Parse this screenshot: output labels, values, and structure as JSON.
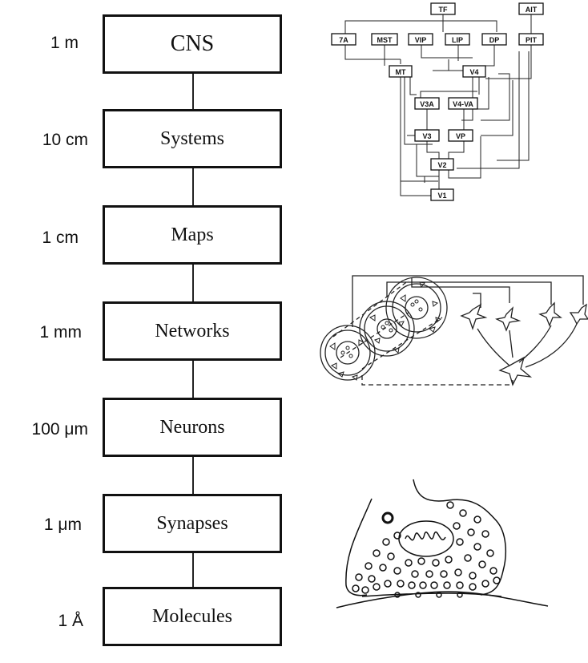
{
  "levels": [
    {
      "name": "CNS",
      "scale": "1 m"
    },
    {
      "name": "Systems",
      "scale": "10 cm"
    },
    {
      "name": "Maps",
      "scale": "1 cm"
    },
    {
      "name": "Networks",
      "scale": "1 mm"
    },
    {
      "name": "Neurons",
      "scale": "100 μm"
    },
    {
      "name": "Synapses",
      "scale": "1 μm"
    },
    {
      "name": "Molecules",
      "scale": "1 Å"
    }
  ],
  "visual_hierarchy": {
    "areas": [
      "TF",
      "AIT",
      "7A",
      "MST",
      "VIP",
      "LIP",
      "DP",
      "PIT",
      "MT",
      "V4",
      "V3A",
      "V4-VA",
      "V3",
      "VP",
      "V2",
      "V1"
    ]
  },
  "colors": {
    "ink": "#111111",
    "background": "#ffffff"
  }
}
